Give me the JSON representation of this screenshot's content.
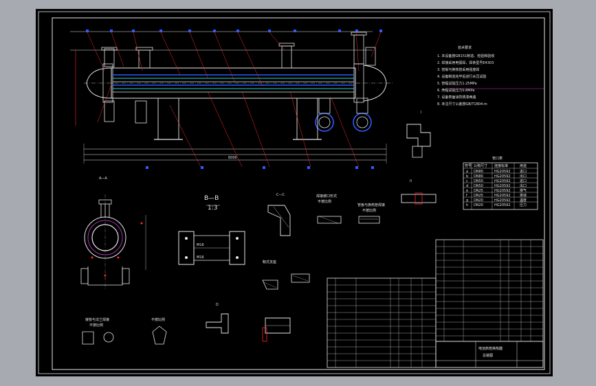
{
  "sheet": {
    "background": "#000000",
    "viewport_background": "#a7aab1",
    "colors": {
      "line": "#e8e8e8",
      "accent_red": "#ff2a2a",
      "accent_blue": "#2f5bff",
      "accent_cyan": "#27d6d6",
      "accent_magenta": "#d23bd2"
    }
  },
  "views": {
    "section_aa": "A—A",
    "section_bb": "B—B",
    "scale_13": "1:3",
    "section_cc": "C—C",
    "view_i": "I",
    "view_ii": "II",
    "view_d": "D"
  },
  "labels": {
    "weld_note_1": "焊接坡口形式",
    "weld_note_2": "不按比例",
    "weld_note_3": "管板与换热管焊接",
    "parts_note": "不按比例",
    "support_note": "鞍式支座",
    "bottom_note_1": "接管与法兰焊接",
    "bottom_note_2": "不按比例",
    "bottom_note_3": "不按比例",
    "bolt_label": "M16",
    "nozzle_table_title": "管口表",
    "tech_title": "技术要求",
    "title_block_name": "电加热管换热器",
    "title_block_sub": "总装图",
    "dim_main": "6000"
  },
  "nozzle_table": {
    "headers": [
      "符号",
      "公称尺寸",
      "连接标准",
      "用途"
    ],
    "rows": [
      [
        "a",
        "DN80",
        "HG20592",
        "进口"
      ],
      [
        "b",
        "DN80",
        "HG20592",
        "出口"
      ],
      [
        "c",
        "DN50",
        "HG20592",
        "进口"
      ],
      [
        "d",
        "DN50",
        "HG20592",
        "出口"
      ],
      [
        "e",
        "DN25",
        "HG20592",
        "排气"
      ],
      [
        "f",
        "DN25",
        "HG20592",
        "排液"
      ],
      [
        "g",
        "DN20",
        "HG20592",
        "温度"
      ],
      [
        "h",
        "DN20",
        "HG20592",
        "压力"
      ]
    ]
  },
  "tech_notes": [
    "1. 本设备按GB151制造、检验和验收",
    "2. 焊接采用电弧焊，焊条型号E4303",
    "3. 管板与换热管采用强度焊",
    "4. 设备制造完毕后进行水压试验",
    "5. 管程试验压力1.25MPa",
    "6. 壳程试验压力0.8MPa",
    "7. 设备表面涂防锈漆两遍",
    "8. 未注尺寸公差按GB/T1804-m"
  ]
}
